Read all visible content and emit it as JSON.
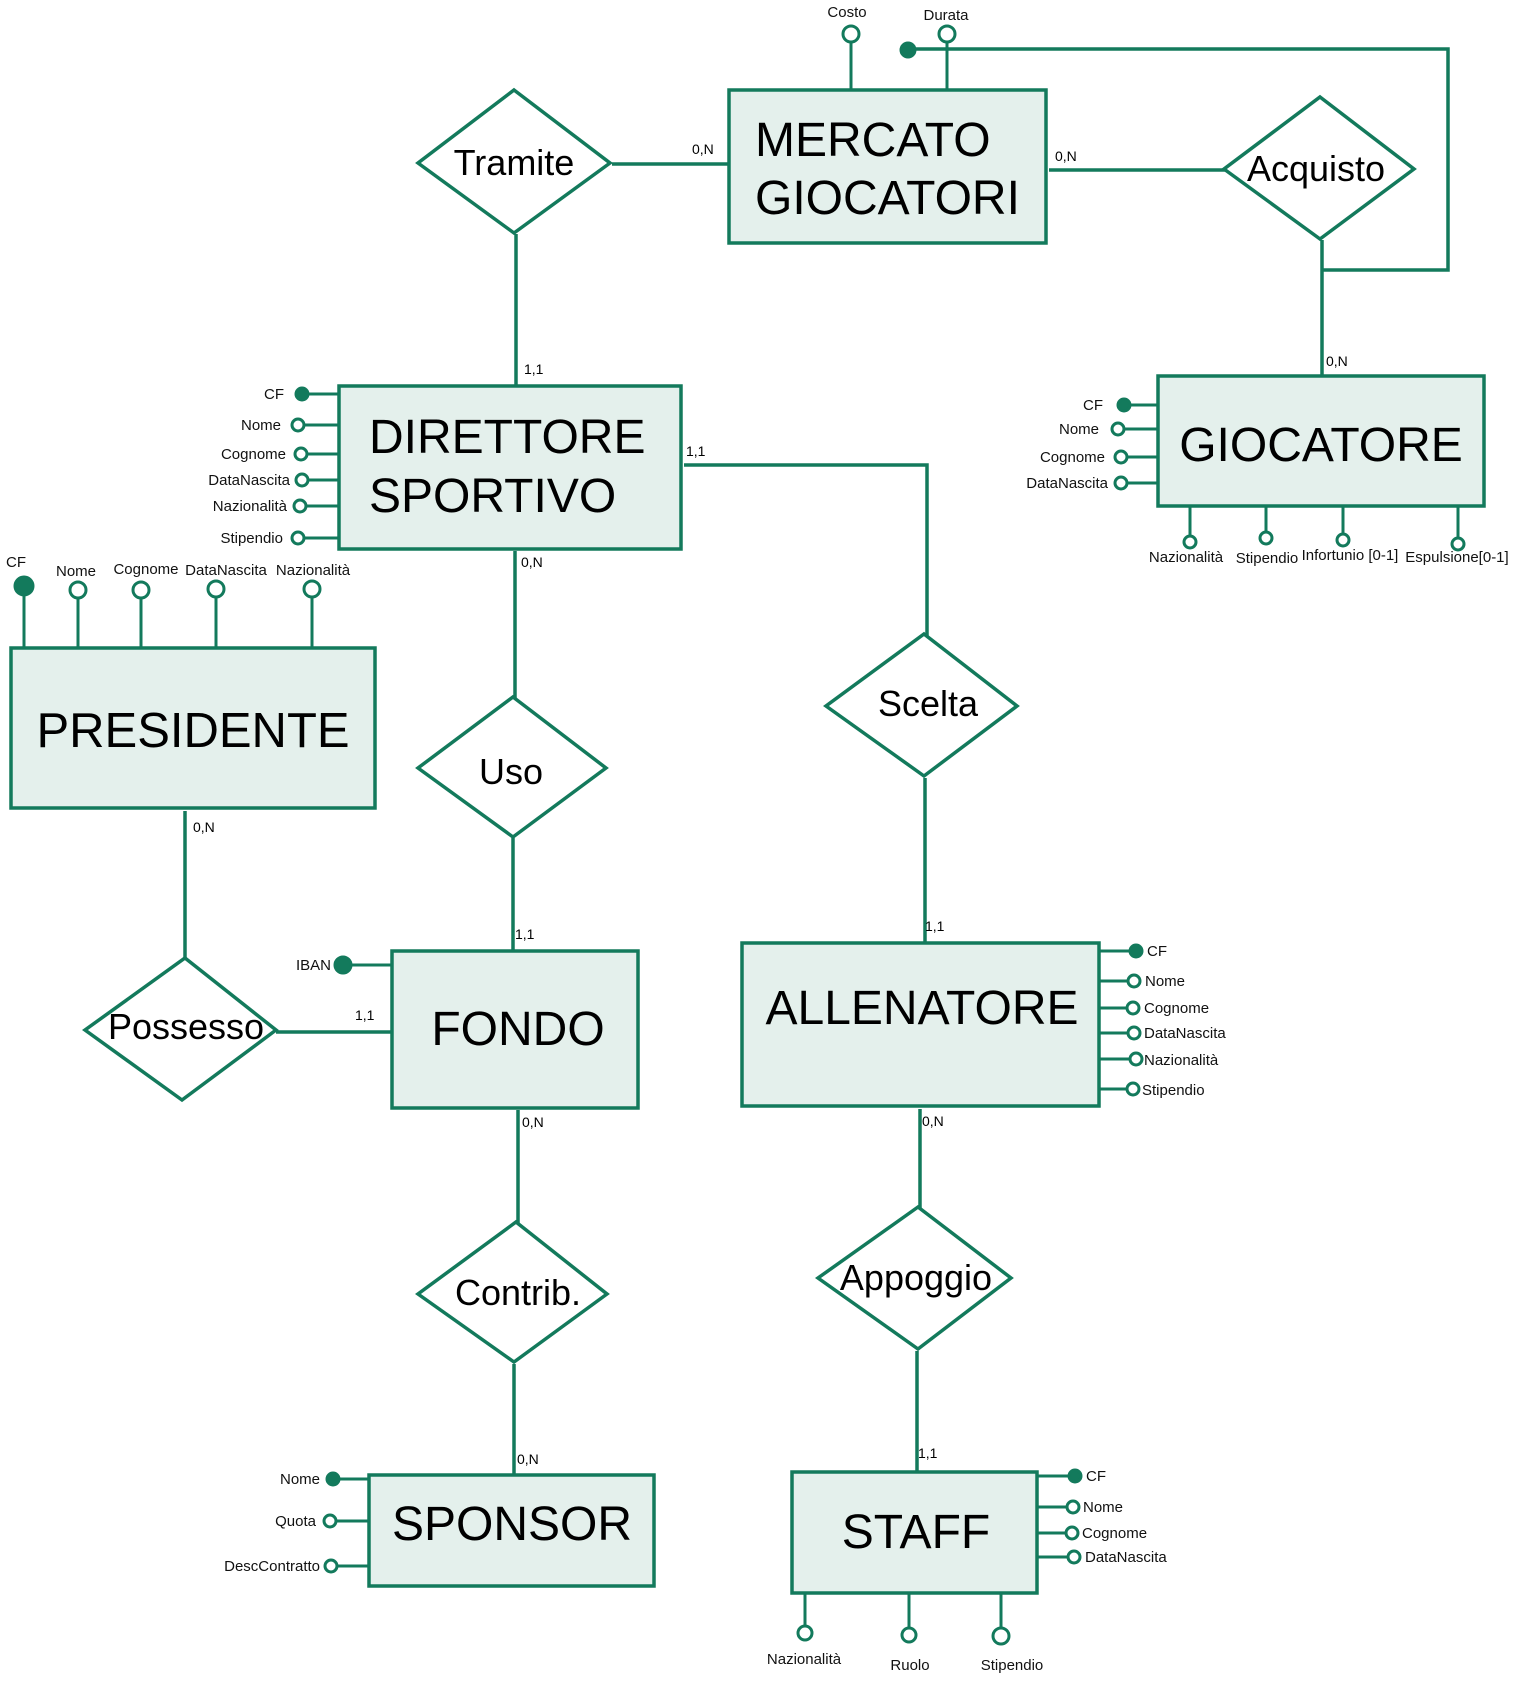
{
  "colors": {
    "line": "#137a5c",
    "entity_fill": "#e4f0ec",
    "relation_fill": "#ffffff"
  },
  "entities": {
    "mercato": {
      "line1": "MERCATO",
      "line2": "GIOCATORI"
    },
    "direttore": {
      "line1": "DIRETTORE",
      "line2": "SPORTIVO"
    },
    "giocatore": {
      "label": "GIOCATORE"
    },
    "presidente": {
      "label": "PRESIDENTE"
    },
    "fondo": {
      "label": "FONDO"
    },
    "allenatore": {
      "label": "ALLENATORE"
    },
    "sponsor": {
      "label": "SPONSOR"
    },
    "staff": {
      "label": "STAFF"
    }
  },
  "relations": {
    "tramite": "Tramite",
    "acquisto": "Acquisto",
    "uso": "Uso",
    "scelta": "Scelta",
    "possesso": "Possesso",
    "contrib": "Contrib.",
    "appoggio": "Appoggio"
  },
  "attributes": {
    "mercato": {
      "costo": "Costo",
      "durata": "Durata"
    },
    "direttore": {
      "cf": "CF",
      "nome": "Nome",
      "cognome": "Cognome",
      "datanascita": "DataNascita",
      "nazionalita": "Nazionalità",
      "stipendio": "Stipendio"
    },
    "giocatore": {
      "cf": "CF",
      "nome": "Nome",
      "cognome": "Cognome",
      "datanascita": "DataNascita",
      "nazionalita": "Nazionalità",
      "stipendio": "Stipendio",
      "infortunio": "Infortunio [0-1]",
      "espulsione": "Espulsione[0-1]"
    },
    "presidente": {
      "cf": "CF",
      "nome": "Nome",
      "cognome": "Cognome",
      "datanascita": "DataNascita",
      "nazionalita": "Nazionalità"
    },
    "fondo": {
      "iban": "IBAN"
    },
    "allenatore": {
      "cf": "CF",
      "nome": "Nome",
      "cognome": "Cognome",
      "datanascita": "DataNascita",
      "nazionalita": "Nazionalità",
      "stipendio": "Stipendio"
    },
    "sponsor": {
      "nome": "Nome",
      "quota": "Quota",
      "desccontratto": "DescContratto"
    },
    "staff": {
      "cf": "CF",
      "nome": "Nome",
      "cognome": "Cognome",
      "datanascita": "DataNascita",
      "nazionalita": "Nazionalità",
      "ruolo": "Ruolo",
      "stipendio": "Stipendio"
    }
  },
  "cardinalities": {
    "mercato_tramite": "0,N",
    "mercato_acquisto": "0,N",
    "giocatore_acquisto": "0,N",
    "direttore_tramite": "1,1",
    "direttore_scelta": "1,1",
    "direttore_uso": "0,N",
    "presidente_possesso": "0,N",
    "fondo_uso": "1,1",
    "fondo_possesso": "1,1",
    "fondo_contrib": "0,N",
    "allenatore_scelta": "1,1",
    "allenatore_appoggio": "0,N",
    "sponsor_contrib": "0,N",
    "staff_appoggio": "1,1"
  }
}
